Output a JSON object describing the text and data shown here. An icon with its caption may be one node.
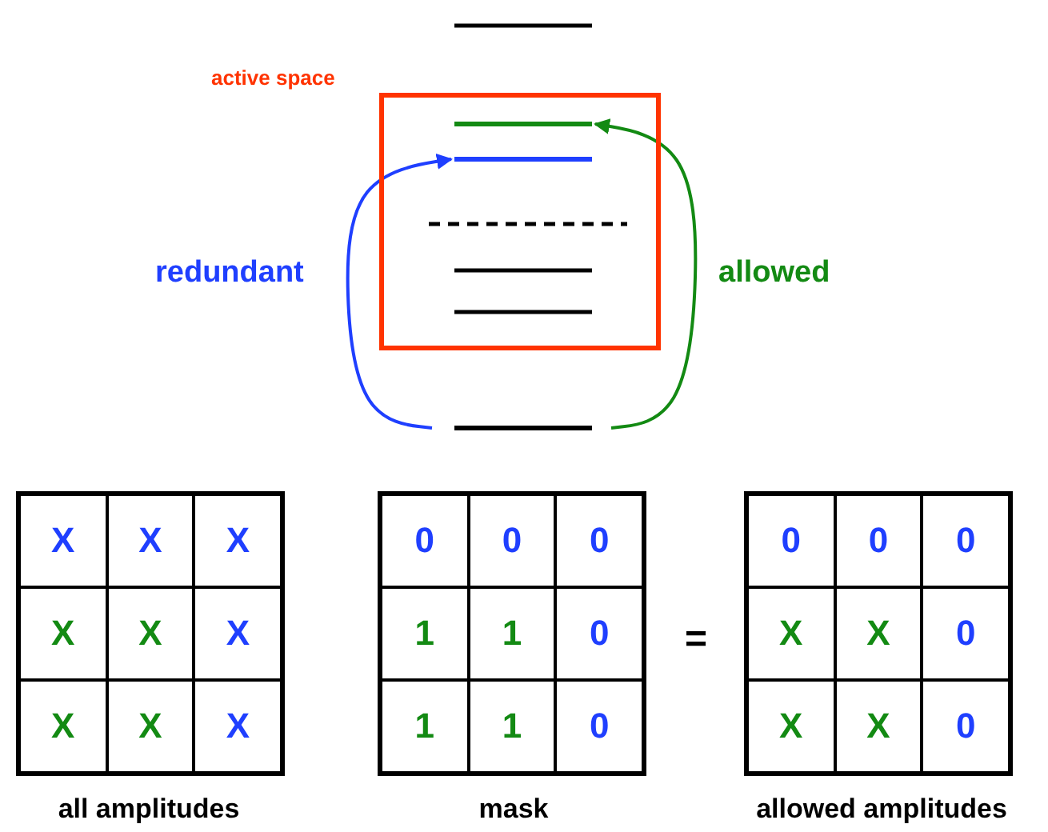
{
  "diagram": {
    "nodes": [
      {
        "text": [
          "active space"
        ]
      },
      {
        "text": [],
        "shape": "bar",
        "in": 0
      },
      {
        "text": [],
        "shape": "bar",
        "in": 0
      },
      {
        "text": [],
        "shape": "bar"
      }
    ],
    "edges": [
      {
        "from": 3,
        "to": 2,
        "arrow": "to",
        "label": "redundant",
        "color": "#1f3fff"
      },
      {
        "from": 3,
        "to": 1,
        "arrow": "to",
        "label": "allowed",
        "color": "#138a13"
      }
    ],
    "labels": [
      "X",
      "X",
      "X",
      "X",
      "X",
      "X",
      "X",
      "X",
      "X",
      "0",
      "0",
      "0",
      "1",
      "1",
      "0",
      "1",
      "1",
      "0",
      "=",
      "0",
      "0",
      "0",
      "X",
      "X",
      "0",
      "X",
      "X",
      "0",
      "all amplitudes",
      "mask",
      "allowed amplitudes"
    ]
  }
}
